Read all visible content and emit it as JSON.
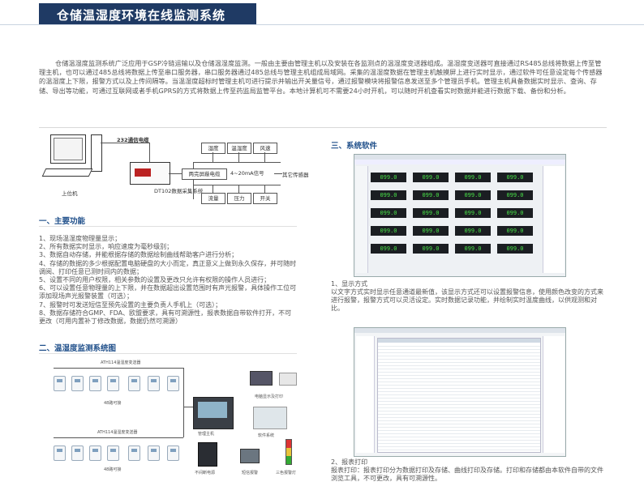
{
  "header": {
    "title": "仓储温湿度环境在线监测系统"
  },
  "intro": "仓储温湿度监测系统广泛应用于GSP冷链运输以及仓储温湿度监测。一般由主要由管理主机以及安装在各监测点的温湿度变送器组成。温湿度变送器可直接通过RS485总线将数据上传至管理主机，也可以通过485总线将数据上传至串口服务器，串口服务器通过485总线与管理主机组成局域网。采集的温湿度数据在管理主机触摸屏上进行实时显示，通过软件可任意设定每个传感器的温湿度上下限，报警方式以及上传间隔等。当温湿度超标时管理主机可进行提示并输出开关量信号，通过报警模块将报警信息发送至多个管理员手机。管理主机具备数据实时显示、查询、存储、导出等功能，可通过互联网或者手机GPRS的方式将数据上传至药监局监管平台。本地计算机可不需要24小时开机，可以随时开机查看实时数据并能进行数据下载、备份和分析。",
  "diagram1": {
    "comm_cable": "232通信电缆",
    "computer": "上位机",
    "sensors_top": [
      "湿度",
      "温湿度",
      "风速"
    ],
    "sensors_bottom": [
      "流量",
      "压力",
      "开关"
    ],
    "display_cable": "两完屏蔽电缆",
    "current": "4~20mA信号",
    "other_sensor": "其它传感器",
    "collector": "DT102数据采集系统"
  },
  "sections": {
    "s1": "一、主要功能",
    "s2": "二、温湿度监测系统图",
    "s3": "三、系统软件"
  },
  "features": [
    "1、现场温湿度物理量显示；",
    "2、所有数据实时显示，响应速度为毫秒级别；",
    "3、数据自动存储，并能根据存储的数据绘制曲线帮助客户进行分析；",
    "4、存储的数据的多少根据配置电脑硬盘的大小而定，真正意义上做到永久保存，并可随时调阅、打印任意已测时间内的数据；",
    "5、设置不同的用户权限，相关参数的设置及更改只允许有权限的操作人员进行；",
    "6、可以设置任意物理量的上下限，并在数据超出设置范围时有声光报警，具体操作工位可添加现场声光报警装置（可选）；",
    "7、报警时可发送短信至预先设置的主要负责人手机上（可选）；",
    "8、数据存储符合GMP、FDA、欧盟要求，具有可溯源性，报表数据自带软件打开，不可更改（可用内置补丁修改数据，数据仍然可溯源）"
  ],
  "diagram2": {
    "group1": "ATH114温湿度变送器",
    "group2": "ATH114温湿度变送器",
    "qty1": "48路可接",
    "qty2": "48路可接",
    "host": "管理主机",
    "pc": "电脑显示及打印",
    "software": "软件系统",
    "ups": "不间断电源",
    "sms": "短信报警",
    "lamp": "三色报警灯"
  },
  "software": {
    "cap1_title": "1、显示方式",
    "cap1_body": "以文字方式实时显示任意通道最新值，该显示方式还可以设置报警信息，使用颜色改变的方式来进行报警，报警方式可以灵活设定。实时数据记录功能，并绘制实时温度曲线，以供观测和对比。",
    "cap2_title": "2、报表打印",
    "cap2_body": "报表打印：报表打印分为数据打印及存储、曲线打印及存储。打印和存储都由本软件自带的文件浏览工具，不可更改，具有可溯源性。",
    "reading": "099.0"
  }
}
